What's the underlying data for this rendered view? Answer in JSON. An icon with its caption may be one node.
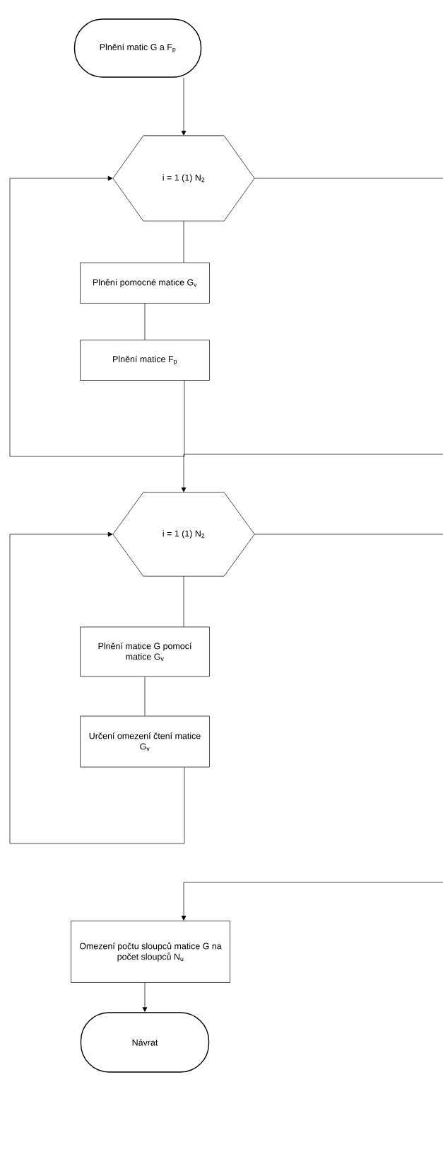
{
  "diagram": {
    "nodes": [
      {
        "text": [
          "Plnění matic G a F$_{p}$"
        ]
      },
      {
        "text": [
          "i = 1 (1) N$_{2}$"
        ]
      },
      {
        "text": [
          "Plnění pomocné matice G$_{v}$"
        ]
      },
      {
        "text": [
          "Plnění matice F$_{p}$"
        ]
      },
      {
        "text": [
          "i = 1 (1) N$_{2}$"
        ]
      },
      {
        "text": [
          "Plnění matice G pomocí matice G$_{v}$"
        ]
      },
      {
        "text": [
          "Určení omezení čtení matice G$_{v}$"
        ]
      },
      {
        "text": [
          "Omezení počtu sloupců matice G na počet sloupců N$_{u}$"
        ]
      },
      {
        "text": [
          "Návrat"
        ]
      }
    ],
    "edges": [
      {
        "from": 0,
        "to": 1,
        "arrow": "to"
      },
      {
        "from": 1,
        "to": 2,
        "arrow": "none"
      },
      {
        "from": 2,
        "to": 3,
        "arrow": "none"
      },
      {
        "from": 3,
        "to": 1,
        "arrow": "to"
      },
      {
        "from": 1,
        "to": 4,
        "arrow": "to"
      },
      {
        "from": 4,
        "to": 5,
        "arrow": "none"
      },
      {
        "from": 5,
        "to": 6,
        "arrow": "none"
      },
      {
        "from": 6,
        "to": 4,
        "arrow": "to"
      },
      {
        "from": 4,
        "to": 7,
        "arrow": "to"
      },
      {
        "from": 7,
        "to": 8,
        "arrow": "to"
      }
    ]
  }
}
